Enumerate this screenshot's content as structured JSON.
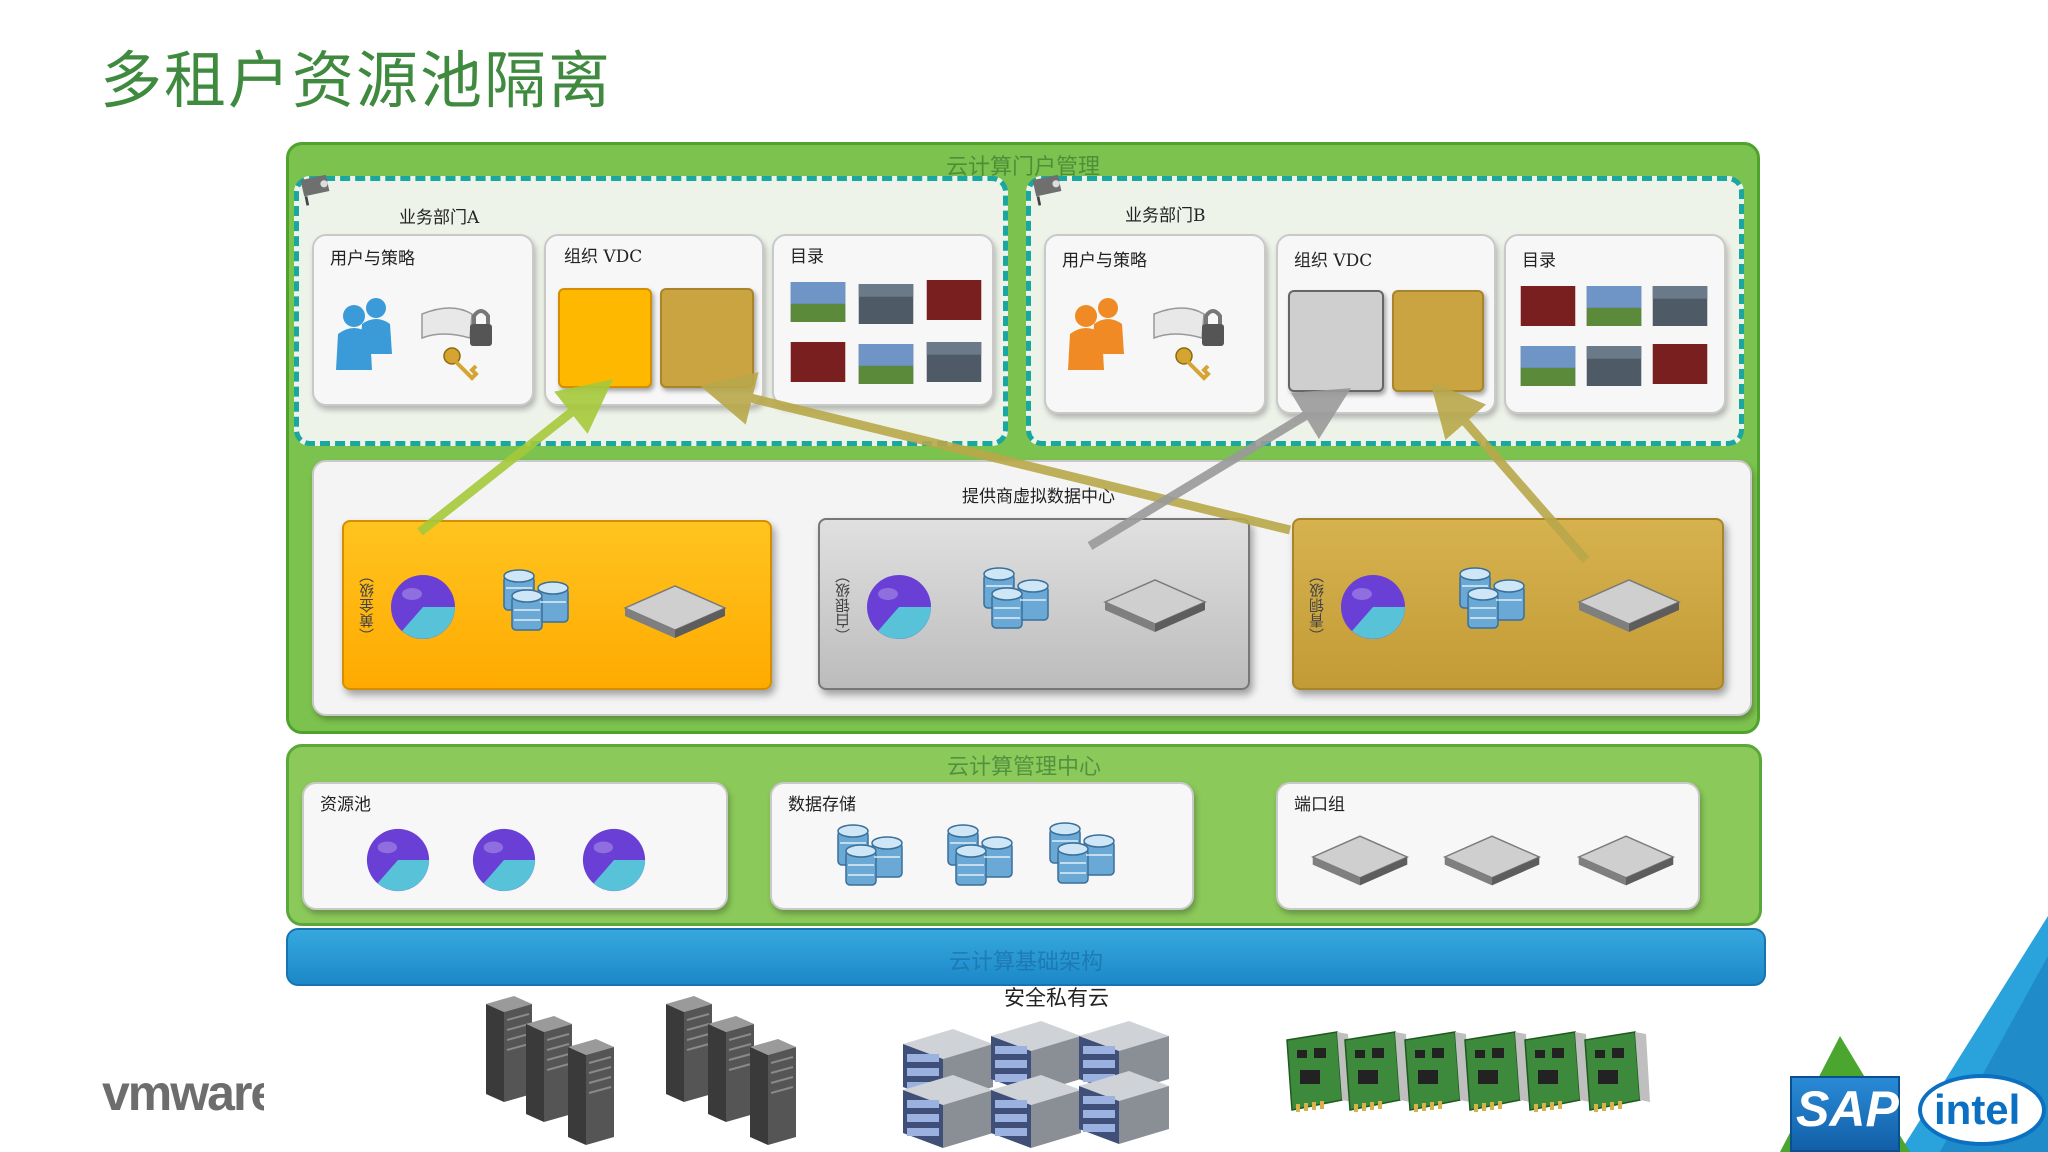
{
  "title": "多租户资源池隔离",
  "portal": {
    "label": "云计算门户管理",
    "dept_a": {
      "label": "业务部门A",
      "users_label": "用户与策略",
      "vdc_label": "组织 VDC",
      "catalog_label": "目录"
    },
    "dept_b": {
      "label": "业务部门B",
      "users_label": "用户与策略",
      "vdc_label": "组织 VDC",
      "catalog_label": "目录"
    },
    "provider_label": "提供商虚拟数据中心",
    "tiers": [
      {
        "label": "（黄金级）",
        "color": "#ffb800"
      },
      {
        "label": "（白银级）",
        "color": "#c8c8c8"
      },
      {
        "label": "（青铜级）",
        "color": "#c9a440"
      }
    ]
  },
  "mgmt": {
    "label": "云计算管理中心",
    "resource_pool_label": "资源池",
    "datastore_label": "数据存储",
    "portgroup_label": "端口组"
  },
  "infra": {
    "label": "云计算基础架构",
    "sublabel": "安全私有云"
  },
  "logos": {
    "vmware": "vmware",
    "sap": "SAP",
    "intel": "intel"
  },
  "colors": {
    "gold": "#ffb800",
    "silver": "#c8c8c8",
    "bronze": "#c9a440",
    "green": "#7cc24e",
    "teal_dash": "#1aa7a0",
    "blue_bar": "#1c88c8",
    "arrow_green": "#a6c93a",
    "arrow_gray": "#9a9a9a",
    "arrow_bronze": "#b9a84a"
  }
}
